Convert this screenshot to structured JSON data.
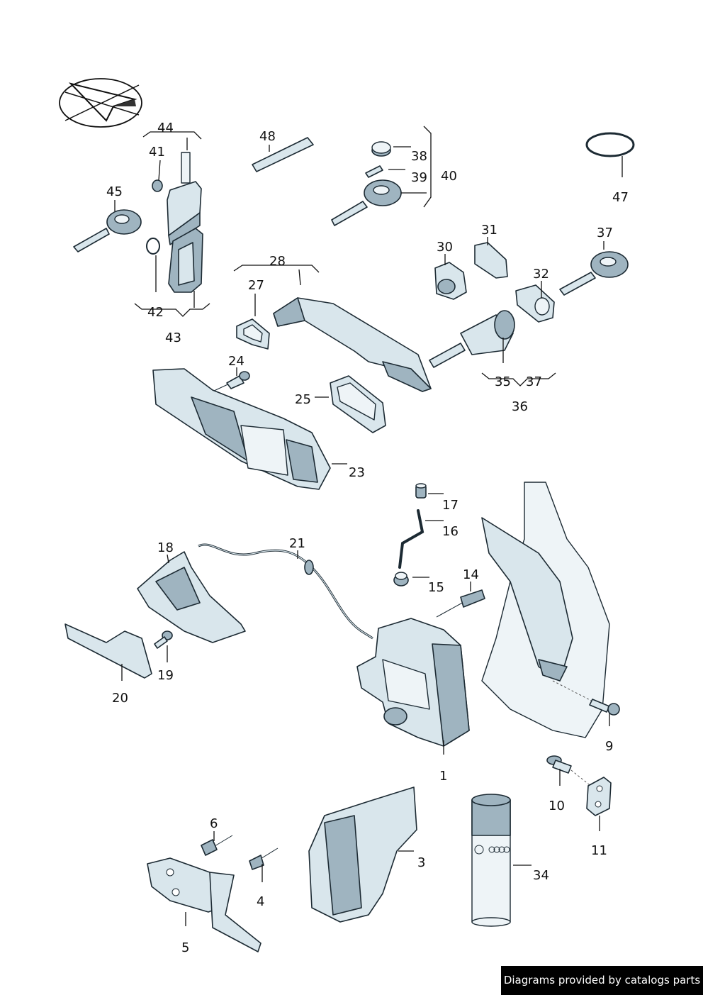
{
  "callouts": {
    "c1": "1",
    "c3": "3",
    "c4": "4",
    "c5": "5",
    "c6": "6",
    "c9": "9",
    "c10": "10",
    "c11": "11",
    "c14": "14",
    "c15": "15",
    "c16": "16",
    "c17": "17",
    "c18": "18",
    "c19": "19",
    "c20": "20",
    "c21": "21",
    "c23": "23",
    "c24": "24",
    "c25": "25",
    "c27": "27",
    "c28": "28",
    "c30": "30",
    "c31": "31",
    "c32": "32",
    "c34": "34",
    "c35": "35",
    "c36": "36",
    "c37a": "37",
    "c37b": "37",
    "c38": "38",
    "c39": "39",
    "c40": "40",
    "c41": "41",
    "c42": "42",
    "c43": "43",
    "c44": "44",
    "c45": "45",
    "c47": "47",
    "c48": "48"
  },
  "footer": {
    "credit": "Diagrams provided by catalogs parts"
  },
  "colors": {
    "part_fill": "#d9e6ec",
    "part_shade": "#9fb4c0",
    "outline": "#1c2a33",
    "credit_bg": "#000000"
  }
}
